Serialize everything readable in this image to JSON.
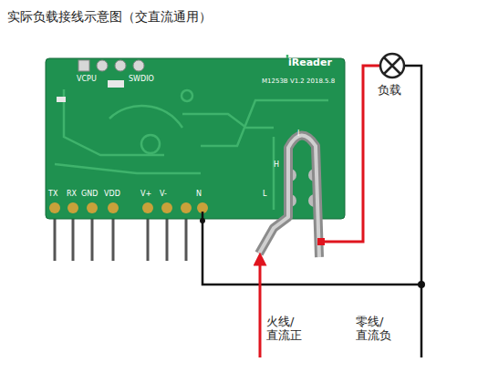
{
  "diagram": {
    "title": "实际负载接线示意图（交直流通用）",
    "nodes": [
      {
        "text": [
          "负载"
        ]
      }
    ],
    "labels": [
      "VCPU",
      "SWDIO",
      "iReader",
      "M1253B V1.2 2018.5.8",
      "I",
      "H",
      "L",
      "TX",
      "RX",
      "GND",
      "VDD",
      "V+",
      "V-",
      "N",
      "火线/ 直流正",
      "零线/ 直流负"
    ]
  }
}
